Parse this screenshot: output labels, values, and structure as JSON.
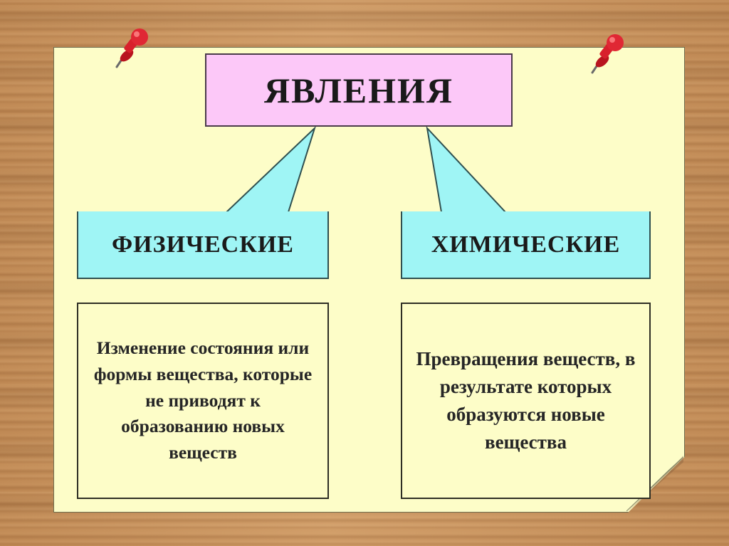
{
  "diagram": {
    "title": "ЯВЛЕНИЯ",
    "categories": [
      {
        "label": "ФИЗИЧЕСКИЕ",
        "description": "Изменение состояния или формы вещества, которые не приводят к образованию новых веществ"
      },
      {
        "label": "ХИМИЧЕСКИЕ",
        "description": "Превращения веществ, в результате которых образуются новые вещества"
      }
    ]
  },
  "colors": {
    "title_fill": "#fcc8f8",
    "category_fill": "#9ff5f5",
    "paper": "#fdfdc8",
    "pin": "#d8202c"
  },
  "icons": [
    "push-pin-icon",
    "push-pin-icon"
  ]
}
